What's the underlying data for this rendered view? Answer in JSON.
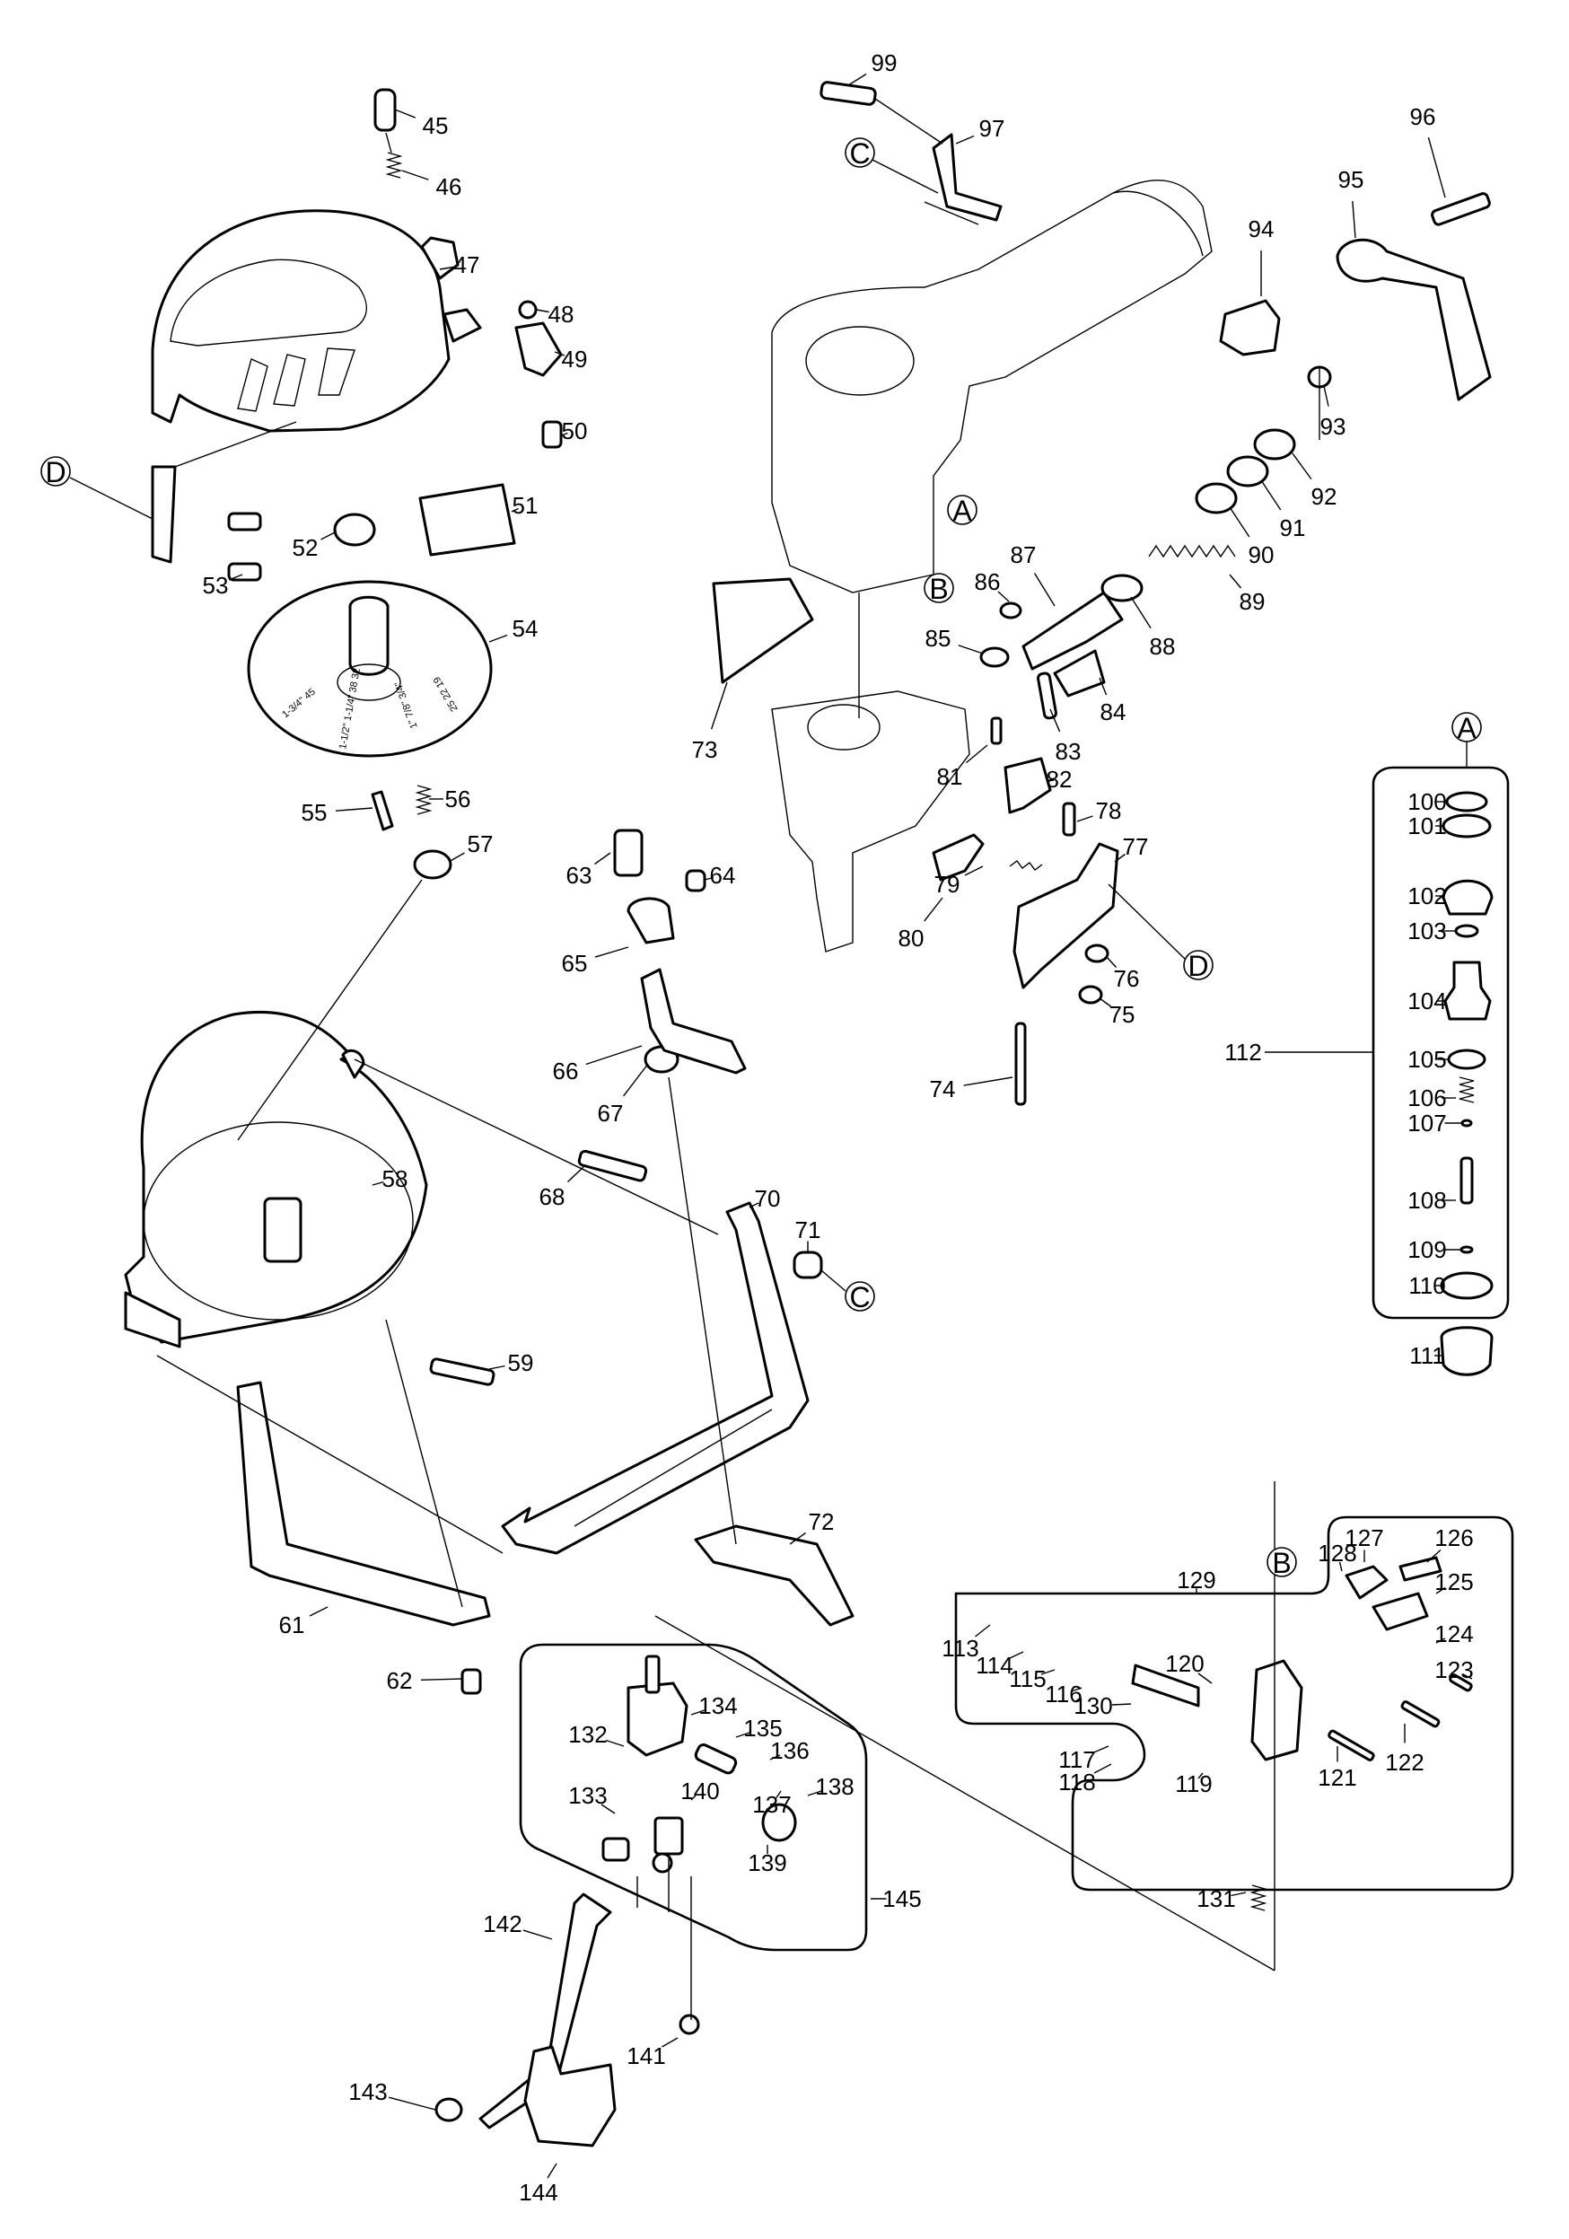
{
  "diagram": {
    "type": "exploded-parts-view",
    "reference_markers": [
      "A",
      "B",
      "C",
      "D"
    ],
    "parts": [
      {
        "no": "45"
      },
      {
        "no": "46"
      },
      {
        "no": "47"
      },
      {
        "no": "48"
      },
      {
        "no": "49"
      },
      {
        "no": "50"
      },
      {
        "no": "51"
      },
      {
        "no": "52"
      },
      {
        "no": "53"
      },
      {
        "no": "54"
      },
      {
        "no": "55"
      },
      {
        "no": "56"
      },
      {
        "no": "57"
      },
      {
        "no": "58"
      },
      {
        "no": "59"
      },
      {
        "no": "61"
      },
      {
        "no": "62"
      },
      {
        "no": "63"
      },
      {
        "no": "64"
      },
      {
        "no": "65"
      },
      {
        "no": "66"
      },
      {
        "no": "67"
      },
      {
        "no": "68"
      },
      {
        "no": "70"
      },
      {
        "no": "71"
      },
      {
        "no": "72"
      },
      {
        "no": "73"
      },
      {
        "no": "74"
      },
      {
        "no": "75"
      },
      {
        "no": "76"
      },
      {
        "no": "77"
      },
      {
        "no": "78"
      },
      {
        "no": "79"
      },
      {
        "no": "80"
      },
      {
        "no": "81"
      },
      {
        "no": "82"
      },
      {
        "no": "83"
      },
      {
        "no": "84"
      },
      {
        "no": "85"
      },
      {
        "no": "86"
      },
      {
        "no": "87"
      },
      {
        "no": "88"
      },
      {
        "no": "89"
      },
      {
        "no": "90"
      },
      {
        "no": "91"
      },
      {
        "no": "92"
      },
      {
        "no": "93"
      },
      {
        "no": "94"
      },
      {
        "no": "95"
      },
      {
        "no": "96"
      },
      {
        "no": "97"
      },
      {
        "no": "99"
      }
    ],
    "assembly_A": {
      "marker": "A",
      "assembly_no": "112",
      "parts": [
        "100",
        "101",
        "102",
        "103",
        "104",
        "105",
        "106",
        "107",
        "108",
        "109",
        "110"
      ],
      "external_part": "111"
    },
    "assembly_B": {
      "marker": "B",
      "assembly_no": "129",
      "parts": [
        "113",
        "114",
        "115",
        "116",
        "117",
        "118",
        "119",
        "120",
        "121",
        "122",
        "123",
        "124",
        "125",
        "126",
        "127",
        "128",
        "130"
      ],
      "external_part": "131"
    },
    "assembly_145": {
      "assembly_no": "145",
      "parts": [
        "132",
        "133",
        "134",
        "135",
        "136",
        "137",
        "138",
        "139",
        "140"
      ],
      "external_parts": [
        "141",
        "142",
        "143",
        "144"
      ]
    },
    "disc_markings": [
      "1-3/4\" 45",
      "1-1/2\" 1-1/4\" 38 32",
      "1\" 7/8\" 3/4\"",
      "25 22 19"
    ]
  }
}
